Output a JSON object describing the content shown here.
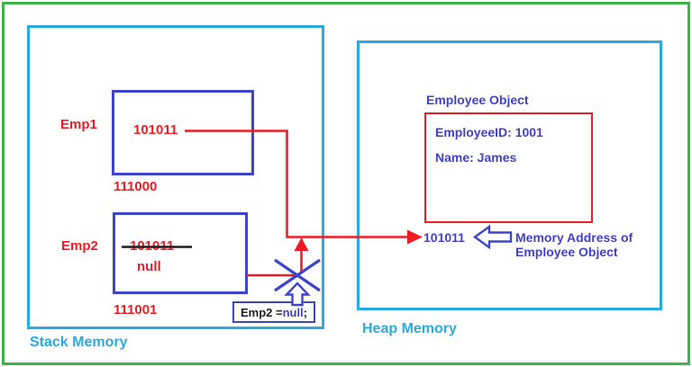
{
  "colors": {
    "outer_border_green": "#3cb44a",
    "memory_border_cyan": "#29abe2",
    "variable_box_blue": "#3f45cb",
    "reference_red": "#ee1c25",
    "strikethrough_black": "#1c1c1c"
  },
  "stack": {
    "label": "Stack Memory",
    "emp1": {
      "label": "Emp1",
      "value": "101011",
      "address": "111000"
    },
    "emp2": {
      "label": "Emp2",
      "old_value": "101011",
      "new_value": "null",
      "address": "111001"
    }
  },
  "heap": {
    "label": "Heap Memory",
    "object": {
      "title": "Employee Object",
      "fields": [
        "EmployeeID: 1001",
        "Name: James"
      ]
    },
    "address": "101011",
    "address_note": {
      "line1": "Memory Address of",
      "line2": "Employee Object"
    }
  },
  "callout": {
    "prefix": "Emp2 = ",
    "highlight": "null",
    "suffix": ";"
  }
}
